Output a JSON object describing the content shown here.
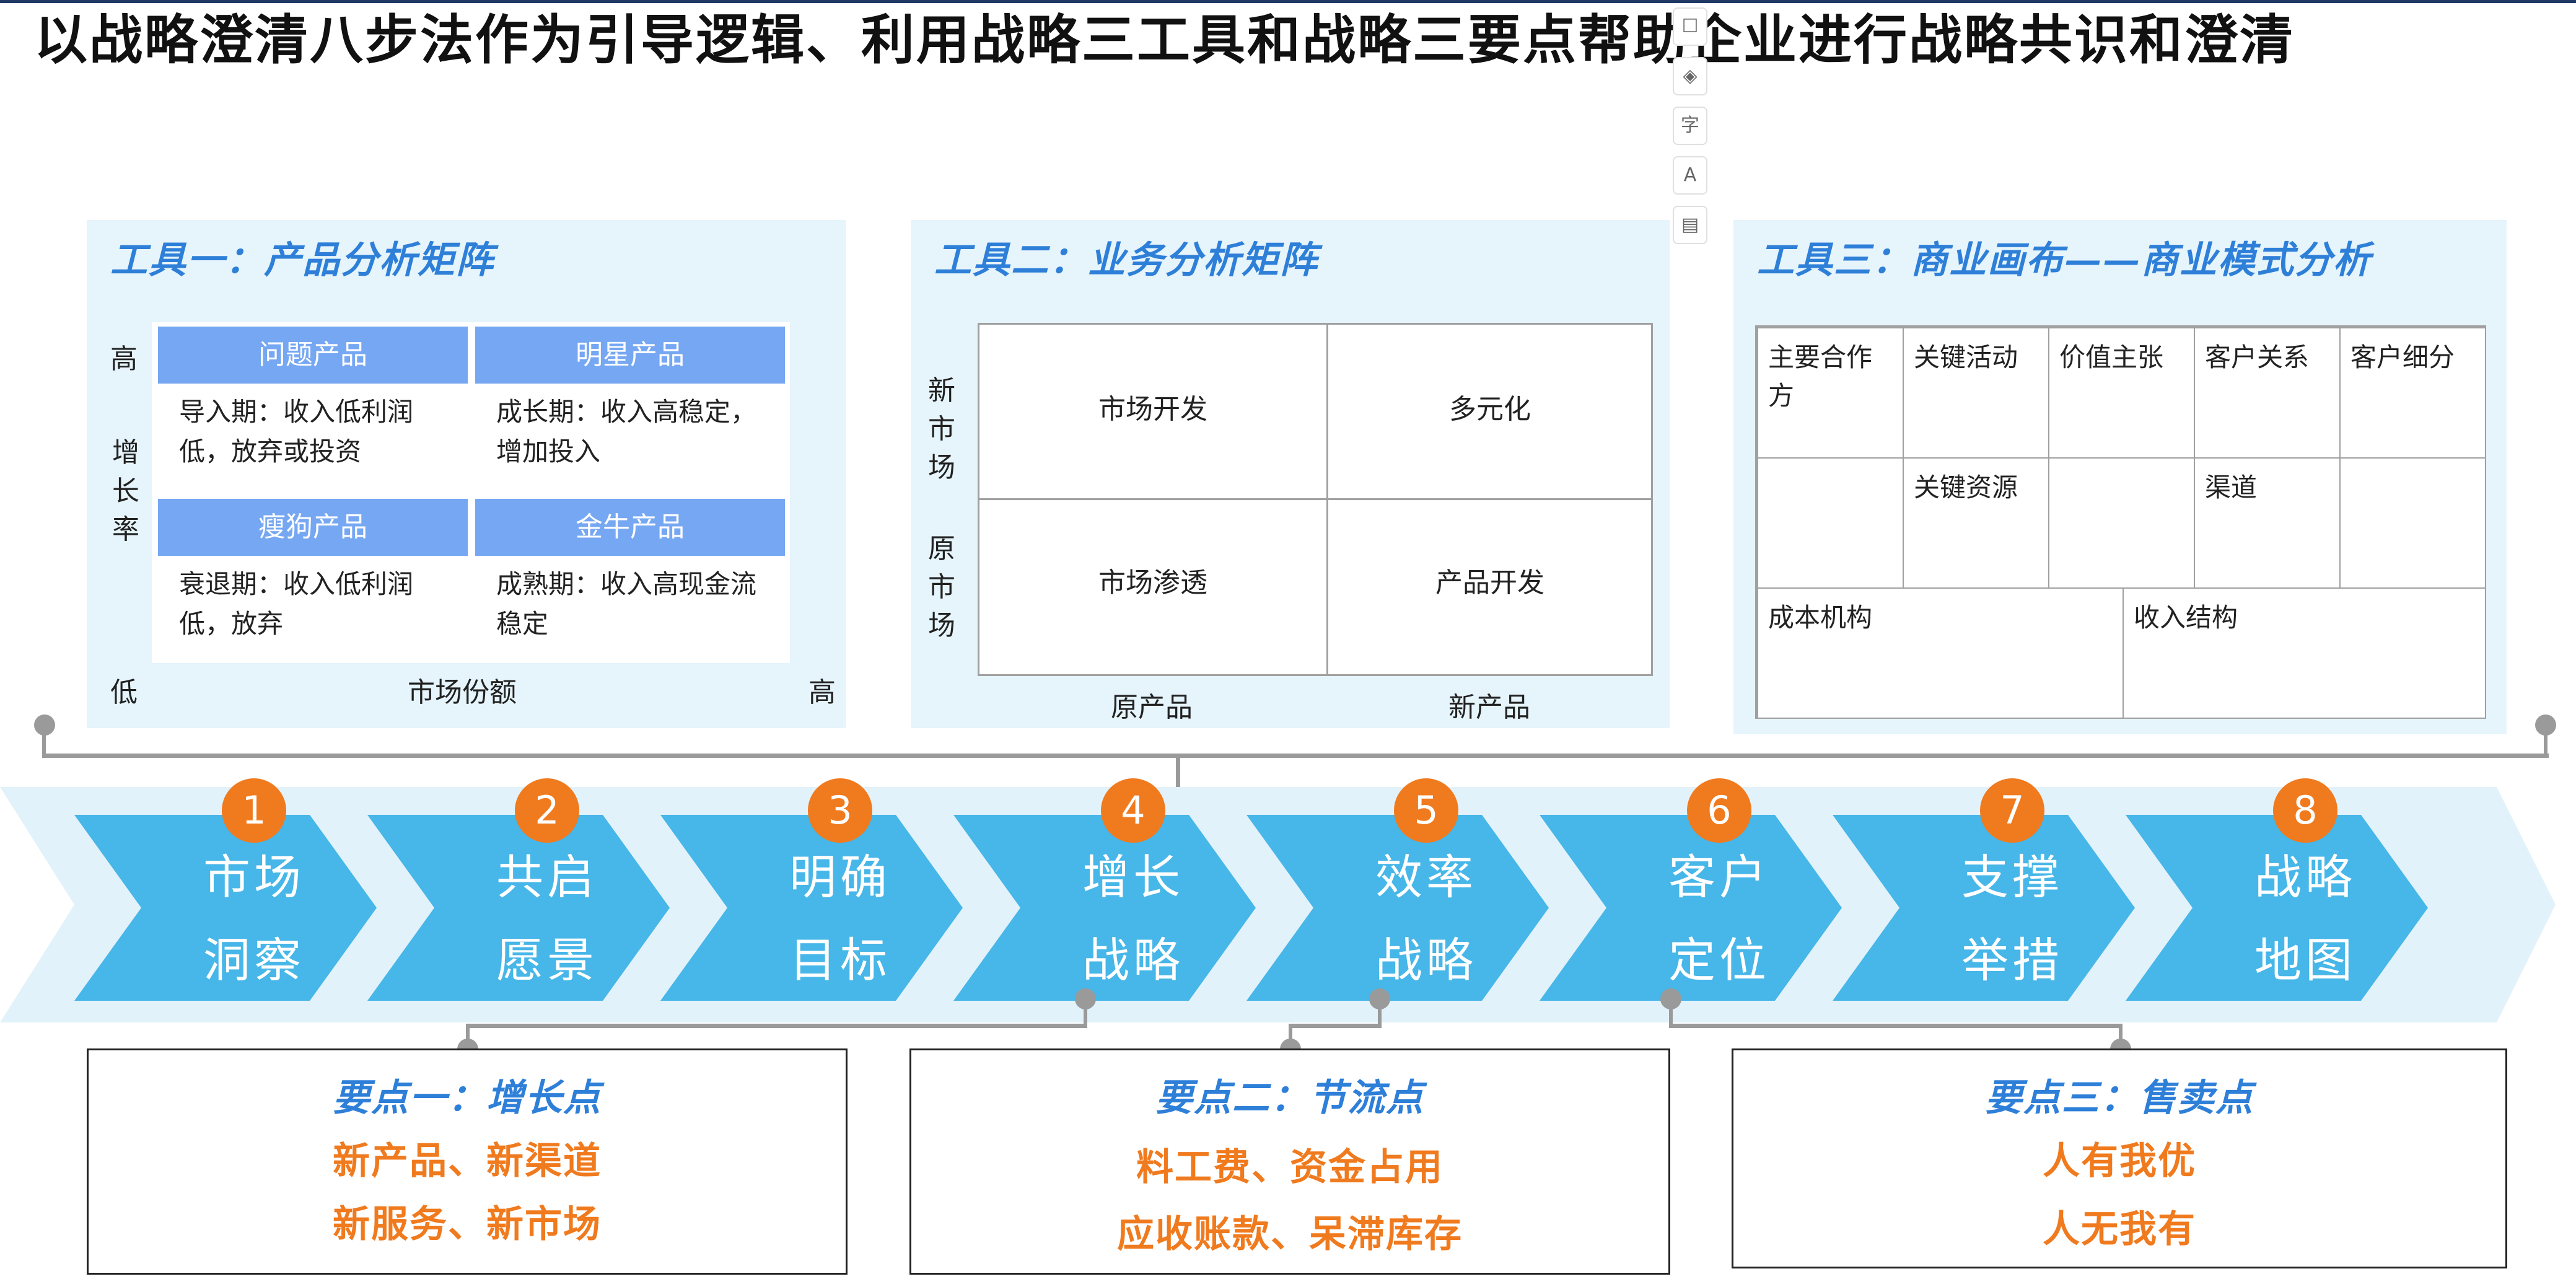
{
  "title": "以战略澄清八步法作为引导逻辑、利用战略三工具和战略三要点帮助企业进行战略共识和澄清",
  "toolbar_icons": [
    "square-icon",
    "layers-icon",
    "text-icon",
    "text-box-icon",
    "edit-icon"
  ],
  "toolbar_glyphs": [
    "☐",
    "◈",
    "字",
    "A",
    "▤"
  ],
  "tool1": {
    "title": "工具一：产品分析矩阵",
    "y_high": "高",
    "y_label": "增长率",
    "y_low": "低",
    "x_label": "市场份额",
    "x_high": "高",
    "quadrants": [
      {
        "name": "问题产品",
        "desc": "导入期：收入低利润低，放弃或投资"
      },
      {
        "name": "明星产品",
        "desc": "成长期：收入高稳定，增加投入"
      },
      {
        "name": "瘦狗产品",
        "desc": "衰退期：收入低利润低，放弃"
      },
      {
        "name": "金牛产品",
        "desc": "成熟期：收入高现金流稳定"
      }
    ]
  },
  "tool2": {
    "title": "工具二：业务分析矩阵",
    "y_top": "新市场",
    "y_bottom": "原市场",
    "x_left": "原产品",
    "x_right": "新产品",
    "cells": [
      "市场开发",
      "多元化",
      "市场渗透",
      "产品开发"
    ]
  },
  "tool3": {
    "title": "工具三：商业画布——商业模式分析",
    "row1": [
      "主要合作方",
      "关键活动",
      "价值主张",
      "客户关系",
      "客户细分"
    ],
    "row2": [
      "关键资源",
      "渠道"
    ],
    "row3": [
      "成本机构",
      "收入结构"
    ]
  },
  "steps": [
    {
      "num": "1",
      "line1": "市场",
      "line2": "洞察"
    },
    {
      "num": "2",
      "line1": "共启",
      "line2": "愿景"
    },
    {
      "num": "3",
      "line1": "明确",
      "line2": "目标"
    },
    {
      "num": "4",
      "line1": "增长",
      "line2": "战略"
    },
    {
      "num": "5",
      "line1": "效率",
      "line2": "战略"
    },
    {
      "num": "6",
      "line1": "客户",
      "line2": "定位"
    },
    {
      "num": "7",
      "line1": "支撑",
      "line2": "举措"
    },
    {
      "num": "8",
      "line1": "战略",
      "line2": "地图"
    }
  ],
  "points": [
    {
      "title": "要点一：增长点",
      "line1": "新产品、新渠道",
      "line2": "新服务、新市场"
    },
    {
      "title": "要点二：节流点",
      "line1": "料工费、资金占用",
      "line2": "应收账款、呆滞库存"
    },
    {
      "title": "要点三：售卖点",
      "line1": "人有我优",
      "line2": "人无我有"
    }
  ],
  "colors": {
    "accent_blue": "#2e7fd8",
    "arrow_blue": "#47b6e8",
    "orange": "#f07a1e",
    "header_blue": "#76a7f2",
    "panel_bg": "#e6f4fb"
  }
}
